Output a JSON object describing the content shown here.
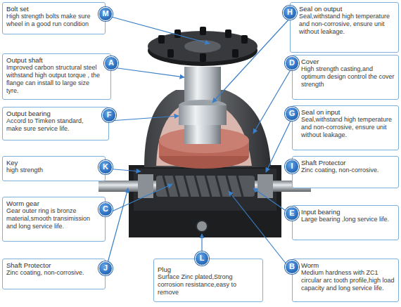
{
  "diagram": {
    "nodes": [
      {
        "text": [
          "Bolt set",
          "High strength bolts make sure wheel in a good run condition"
        ]
      },
      {
        "text": [
          "M"
        ],
        "in": 0
      },
      {
        "text": [
          "Seal on output",
          "Seal,withstand high temperature and non-corrosive, ensure unit without leakage."
        ]
      },
      {
        "text": [
          "H"
        ],
        "in": 2
      },
      {
        "text": [
          "Output shaft",
          "Improved carbon structural steel withstand high output torque , the flange can install to large size tyre."
        ]
      },
      {
        "text": [
          "A"
        ],
        "in": 4
      },
      {
        "text": [
          "Cover",
          "High strength casting,and optimum design control the cover strength"
        ]
      },
      {
        "text": [
          "D"
        ],
        "in": 6
      },
      {
        "text": [
          "Seal on input",
          "Seal,withstand high temperature and non-corrosive, ensure unit without leakage."
        ]
      },
      {
        "text": [
          "G"
        ],
        "in": 8
      },
      {
        "text": [
          "Output bearing",
          "Accord to Timken standard, make sure service life."
        ]
      },
      {
        "text": [
          "F"
        ],
        "in": 10
      },
      {
        "text": [
          "Key",
          "high strength"
        ]
      },
      {
        "text": [
          "K"
        ],
        "in": 12
      },
      {
        "text": [
          "Shaft Protector",
          "Zinc coating, non-corrosive."
        ]
      },
      {
        "text": [
          "I"
        ],
        "in": 14
      },
      {
        "text": [
          "Worm gear",
          "Gear outer ring is bronze material,smooth transimission and long service life."
        ]
      },
      {
        "text": [
          "C"
        ],
        "in": 16
      },
      {
        "text": [
          "Input bearing",
          "Large bearing ,long service life."
        ]
      },
      {
        "text": [
          "E"
        ],
        "in": 18
      },
      {
        "text": [
          "Shaft Protector",
          "Zinc coating, non-corrosive."
        ]
      },
      {
        "text": [
          "J"
        ],
        "in": 20
      },
      {
        "text": [
          "Plug",
          "Surface Zinc plated,Strong corrosion resistance,easy to remove"
        ]
      },
      {
        "text": [
          "L"
        ],
        "in": 22
      },
      {
        "text": [
          "Worm",
          "Medium hardness with ZC1 circular arc tooth profile,high load capacity and long service life."
        ]
      },
      {
        "text": [
          "B"
        ],
        "in": 24
      }
    ]
  }
}
